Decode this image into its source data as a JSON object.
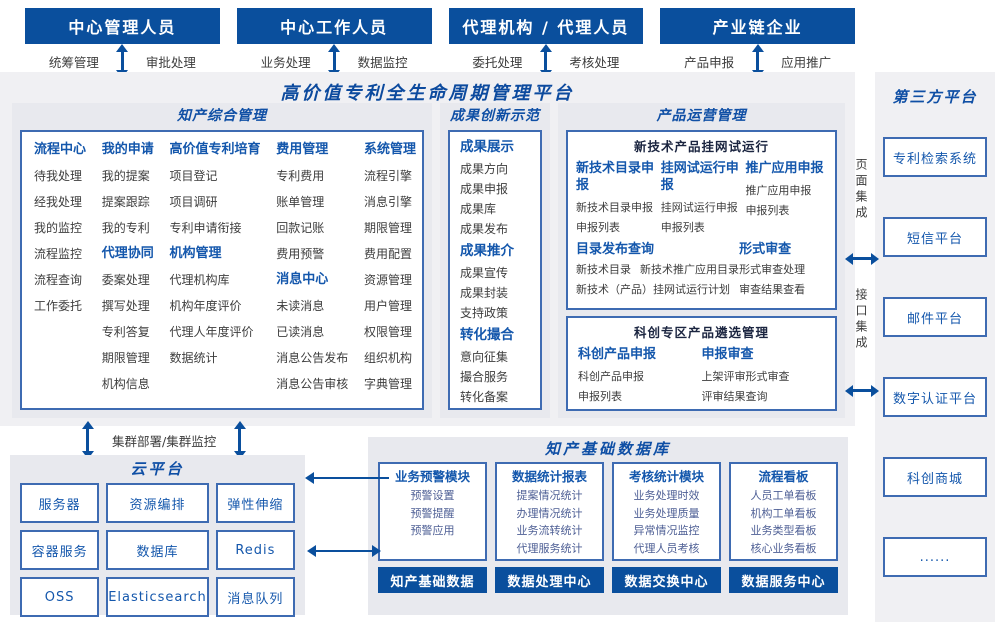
{
  "colors": {
    "primary": "#0a4f9d",
    "accent_text": "#1457ac",
    "border": "#3e6bb2",
    "section_bg": "#e8e9ee",
    "item_text": "#3d3d3d"
  },
  "actors": [
    {
      "title": "中心管理人员",
      "left": "统筹管理",
      "right": "审批处理"
    },
    {
      "title": "中心工作人员",
      "left": "业务处理",
      "right": "数据监控"
    },
    {
      "title": "代理机构 / 代理人员",
      "left": "委托处理",
      "right": "考核处理"
    },
    {
      "title": "产业链企业",
      "left": "产品申报",
      "right": "应用推广"
    }
  ],
  "platform": {
    "title": "高价值专利全生命周期管理平台",
    "ip_mgmt": {
      "title": "知产综合管理",
      "columns": [
        [
          {
            "group": "流程中心",
            "items": [
              "待我处理",
              "经我处理",
              "我的监控",
              "流程监控",
              "流程查询",
              "工作委托"
            ]
          }
        ],
        [
          {
            "group": "我的申请",
            "items": [
              "我的提案",
              "提案跟踪",
              "我的专利"
            ]
          },
          {
            "group": "代理协同",
            "items": [
              "委案处理",
              "撰写处理",
              "专利答复",
              "期限管理",
              "机构信息"
            ]
          }
        ],
        [
          {
            "group": "高价值专利培育",
            "items": [
              "项目登记",
              "项目调研",
              "专利申请衔接"
            ]
          },
          {
            "group": "机构管理",
            "items": [
              "代理机构库",
              "机构年度评价",
              "代理人年度评价",
              "数据统计"
            ]
          }
        ],
        [
          {
            "group": "费用管理",
            "items": [
              "专利费用",
              "账单管理",
              "回款记账",
              "费用预警"
            ]
          },
          {
            "group": "消息中心",
            "items": [
              "未读消息",
              "已读消息",
              "消息公告发布",
              "消息公告审核"
            ]
          }
        ],
        [
          {
            "group": "系统管理",
            "items": [
              "流程引擎",
              "消息引擎",
              "期限管理",
              "费用配置",
              "资源管理",
              "用户管理",
              "权限管理",
              "组织机构",
              "字典管理"
            ]
          }
        ]
      ]
    },
    "innovation": {
      "title": "成果创新示范",
      "groups": [
        {
          "group": "成果展示",
          "items": [
            "成果方向",
            "成果申报",
            "成果库",
            "成果发布"
          ]
        },
        {
          "group": "成果推介",
          "items": [
            "成果宣传",
            "成果封装",
            "支持政策"
          ]
        },
        {
          "group": "转化撮合",
          "items": [
            "意向征集",
            "撮合服务",
            "转化备案"
          ]
        }
      ]
    },
    "product_ops": {
      "title": "产品运营管理",
      "box1": {
        "title": "新技术产品挂网试运行",
        "apply_groups": [
          {
            "group": "新技术目录申报",
            "items": [
              "新技术目录申报",
              "申报列表"
            ]
          },
          {
            "group": "挂网试运行申报",
            "items": [
              "挂网试运行申报",
              "申报列表"
            ]
          },
          {
            "group": "推广应用申报",
            "items": [
              "推广应用申报",
              "申报列表"
            ]
          }
        ],
        "catalog": {
          "group": "目录发布查询",
          "row1": [
            "新技术目录",
            "新技术推广应用目录"
          ],
          "row2": "新技术（产品）挂网试运行计划"
        },
        "review": {
          "group": "形式审查",
          "items": [
            "形式审查处理",
            "审查结果查看"
          ]
        }
      },
      "box2": {
        "title": "科创专区产品遴选管理",
        "groups": [
          {
            "group": "科创产品申报",
            "items": [
              "科创产品申报",
              "申报列表"
            ]
          },
          {
            "group": "申报审查",
            "items": [
              "上架评审形式审查",
              "评审结果查询"
            ]
          }
        ]
      }
    }
  },
  "third_party": {
    "title": "第三方平台",
    "systems": [
      "专利检索系统",
      "短信平台",
      "邮件平台",
      "数字认证平台",
      "科创商城",
      "......"
    ],
    "connectors": [
      "页面集成",
      "接口集成"
    ]
  },
  "cluster_label": "集群部署/集群监控",
  "cloud": {
    "title": "云平台",
    "services": [
      "服务器",
      "资源编排",
      "弹性伸缩",
      "容器服务",
      "数据库",
      "Redis",
      "OSS",
      "Elasticsearch",
      "消息队列"
    ]
  },
  "data_db": {
    "title": "知产基础数据库",
    "modules": [
      {
        "group": "业务预警模块",
        "items": [
          "预警设置",
          "预警提醒",
          "预警应用"
        ],
        "footer": "知产基础数据"
      },
      {
        "group": "数据统计报表",
        "items": [
          "提案情况统计",
          "办理情况统计",
          "业务流转统计",
          "代理服务统计"
        ],
        "footer": "数据处理中心"
      },
      {
        "group": "考核统计模块",
        "items": [
          "业务处理时效",
          "业务处理质量",
          "异常情况监控",
          "代理人员考核"
        ],
        "footer": "数据交换中心"
      },
      {
        "group": "流程看板",
        "items": [
          "人员工单看板",
          "机构工单看板",
          "业务类型看板",
          "核心业务看板"
        ],
        "footer": "数据服务中心"
      }
    ]
  }
}
